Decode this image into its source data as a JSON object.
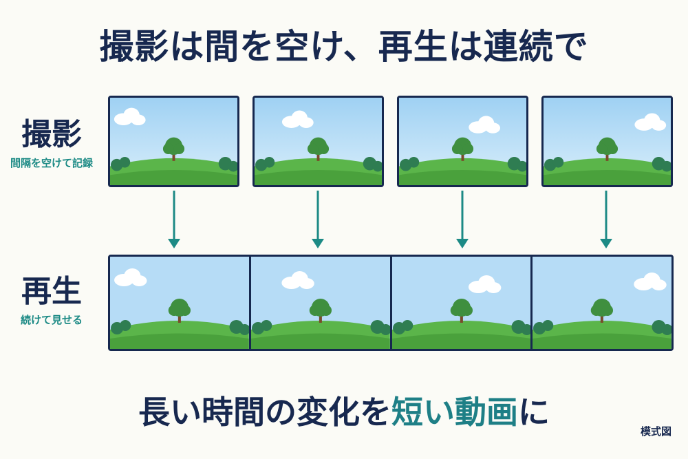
{
  "title": "撮影は間を空け、再生は連続で",
  "rows": {
    "capture": {
      "label": "撮影",
      "sublabel": "間隔を空けて記録"
    },
    "playback": {
      "label": "再生",
      "sublabel": "続けて見せる"
    }
  },
  "bottom": {
    "part1": "長い時間の変化を",
    "accent": "短い動画",
    "part2": "に"
  },
  "note": "模式図",
  "colors": {
    "navy": "#16284f",
    "teal": "#1c8a85",
    "sky": "#bfe0f7",
    "grass": "#5bb54a",
    "background": "#fbfbf6"
  },
  "icons": [
    "landscape-frame-icon",
    "down-arrow-icon",
    "cloud-icon",
    "tree-icon"
  ]
}
